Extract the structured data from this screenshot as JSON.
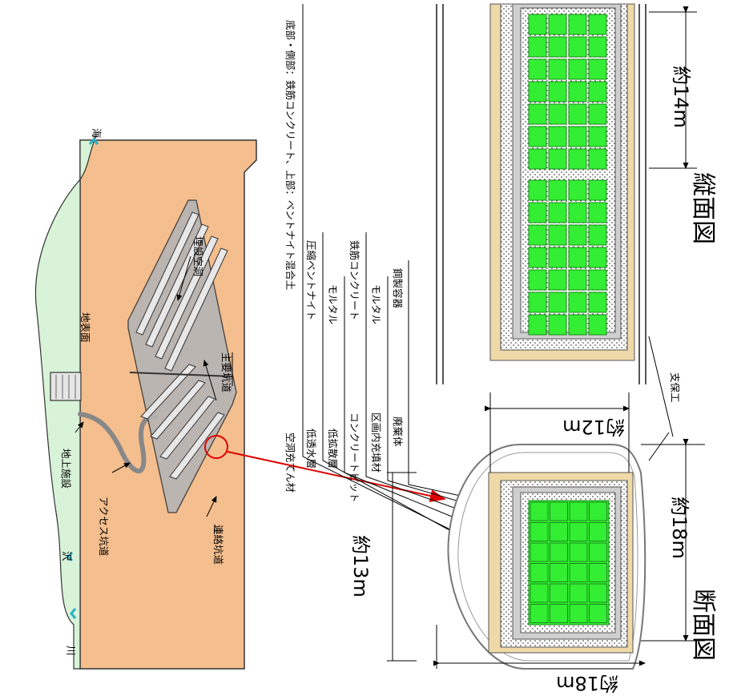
{
  "site": {
    "labels": {
      "river": "川",
      "stream": "沢",
      "access_tunnel": "アクセス坑道",
      "surface_facility": "地上施設",
      "ground_surface": "地表面",
      "sea": "海",
      "connecting_tunnel": "連絡坑道",
      "main_tunnel": "主要坑道",
      "disposal_cavern": "埋設空洞"
    }
  },
  "cross_section": {
    "title": "断面図",
    "dims": {
      "height_outer": "約18m",
      "height_inner": "約13m",
      "width": "約18m",
      "vault_width": "約12m"
    }
  },
  "longitudinal": {
    "title": "縦面図",
    "dims": {
      "length": "約14m"
    },
    "support_label": "支保工"
  },
  "legend": [
    {
      "id": "cavity_fill",
      "left": "空洞充てん材",
      "right": "底部・側部：鉄筋コンクリート、上部：ベントナイト混合土"
    },
    {
      "id": "low_perm_water",
      "left": "低透水層",
      "right": "圧縮ベントナイト"
    },
    {
      "id": "low_diff",
      "left": "低拡散層",
      "right": "モルタル"
    },
    {
      "id": "concrete_pit",
      "left": "コンクリートピット",
      "right": "鉄筋コンクリート"
    },
    {
      "id": "section_fill",
      "left": "区画内充填材",
      "right": "モルタル"
    },
    {
      "id": "waste",
      "left": "廃棄体",
      "right": "鋼製容器"
    }
  ]
}
